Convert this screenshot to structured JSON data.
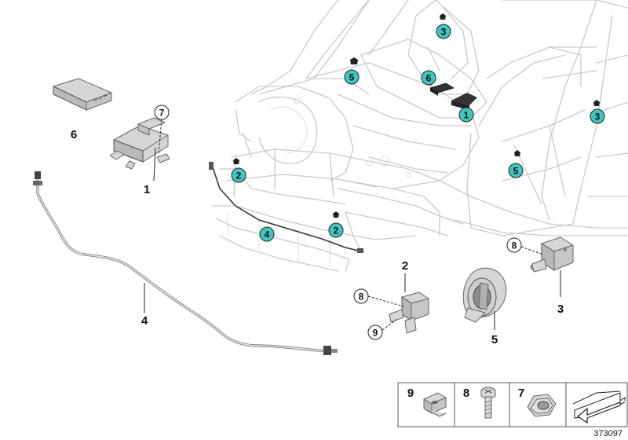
{
  "diagram": {
    "reference_number": "373097",
    "callouts_vehicle": [
      "3",
      "5",
      "6",
      "1",
      "3",
      "2",
      "5",
      "2",
      "4"
    ],
    "callouts_parts": {
      "module_6": "6",
      "module_1": "1",
      "screw_7": "7",
      "cable_4": "4",
      "sensor_2": "2",
      "sensor_2_nut": "8",
      "sensor_2_clip": "9",
      "sensor_5": "5",
      "sensor_3": "3",
      "sensor_3_screw": "8"
    },
    "legend_items": [
      "9",
      "8",
      "7"
    ],
    "accent_color": "#3fc6c0"
  }
}
